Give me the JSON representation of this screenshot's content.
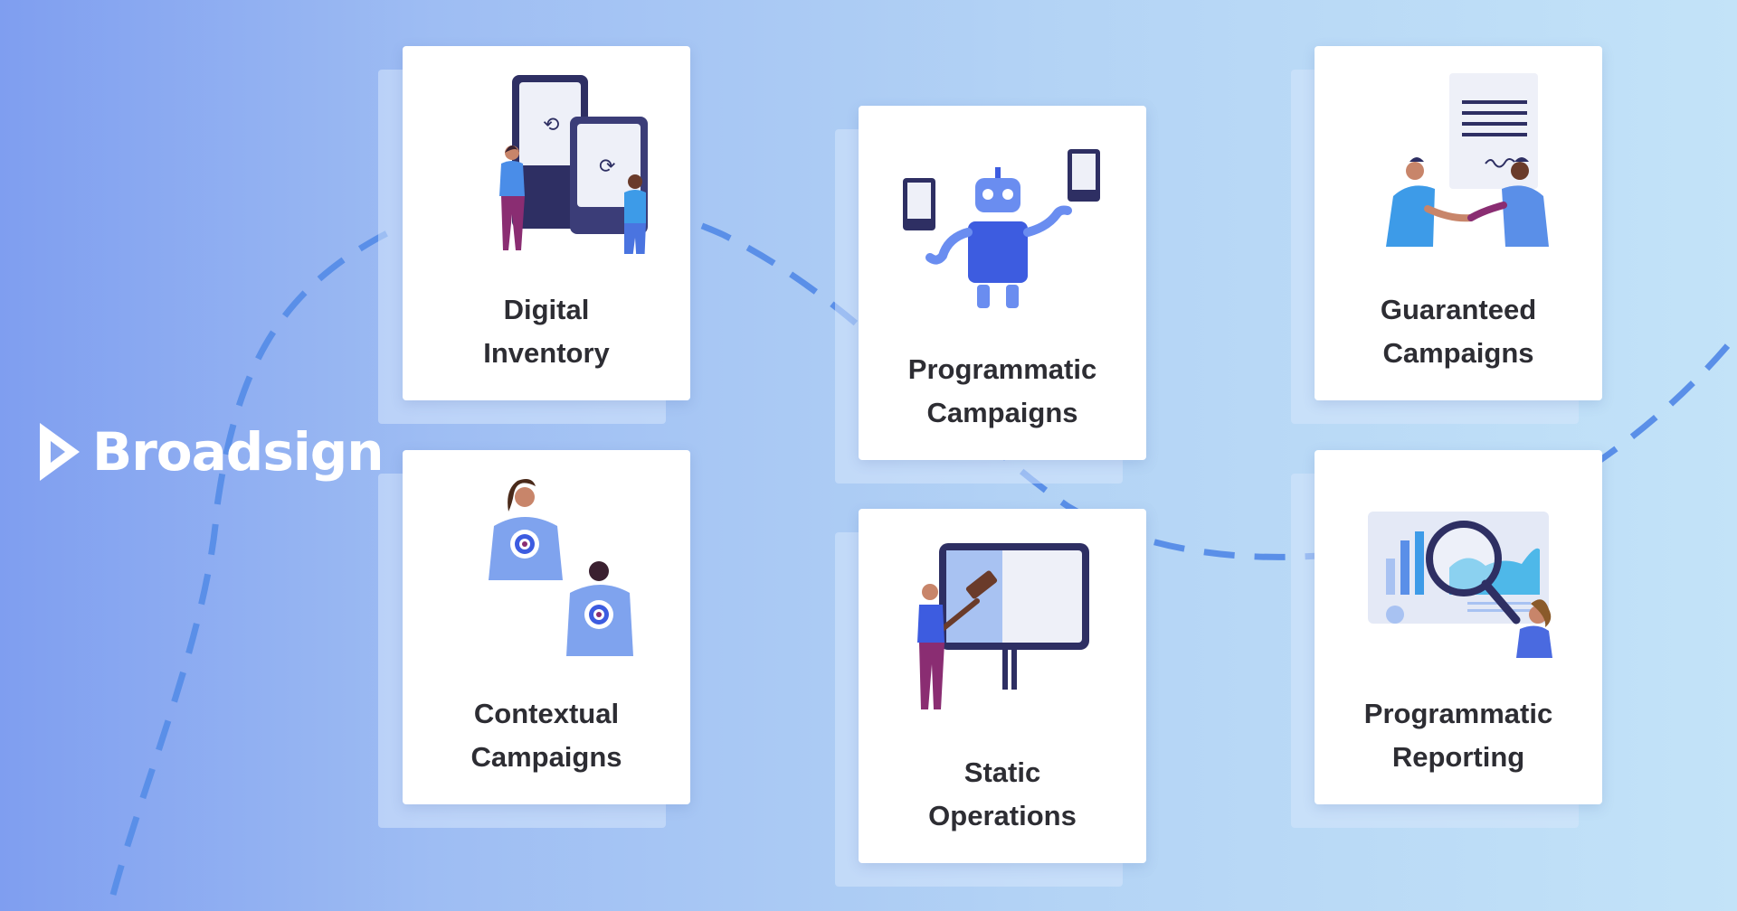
{
  "brand": {
    "name": "Broadsign",
    "colors": {
      "primary": "#3d5ce0",
      "dark": "#2e2f63",
      "accent": "#5a8fe8",
      "magenta": "#8a2d72"
    }
  },
  "cards": [
    {
      "title": "Digital\nInventory",
      "illustration": "people-with-screens-illustration"
    },
    {
      "title": "Contextual\nCampaigns",
      "illustration": "targeted-people-illustration"
    },
    {
      "title": "Programmatic\nCampaigns",
      "illustration": "robot-holding-screens-illustration"
    },
    {
      "title": "Static\nOperations",
      "illustration": "worker-pasting-billboard-illustration"
    },
    {
      "title": "Guaranteed\nCampaigns",
      "illustration": "handshake-contract-illustration"
    },
    {
      "title": "Programmatic\nReporting",
      "illustration": "magnifier-report-illustration"
    }
  ]
}
